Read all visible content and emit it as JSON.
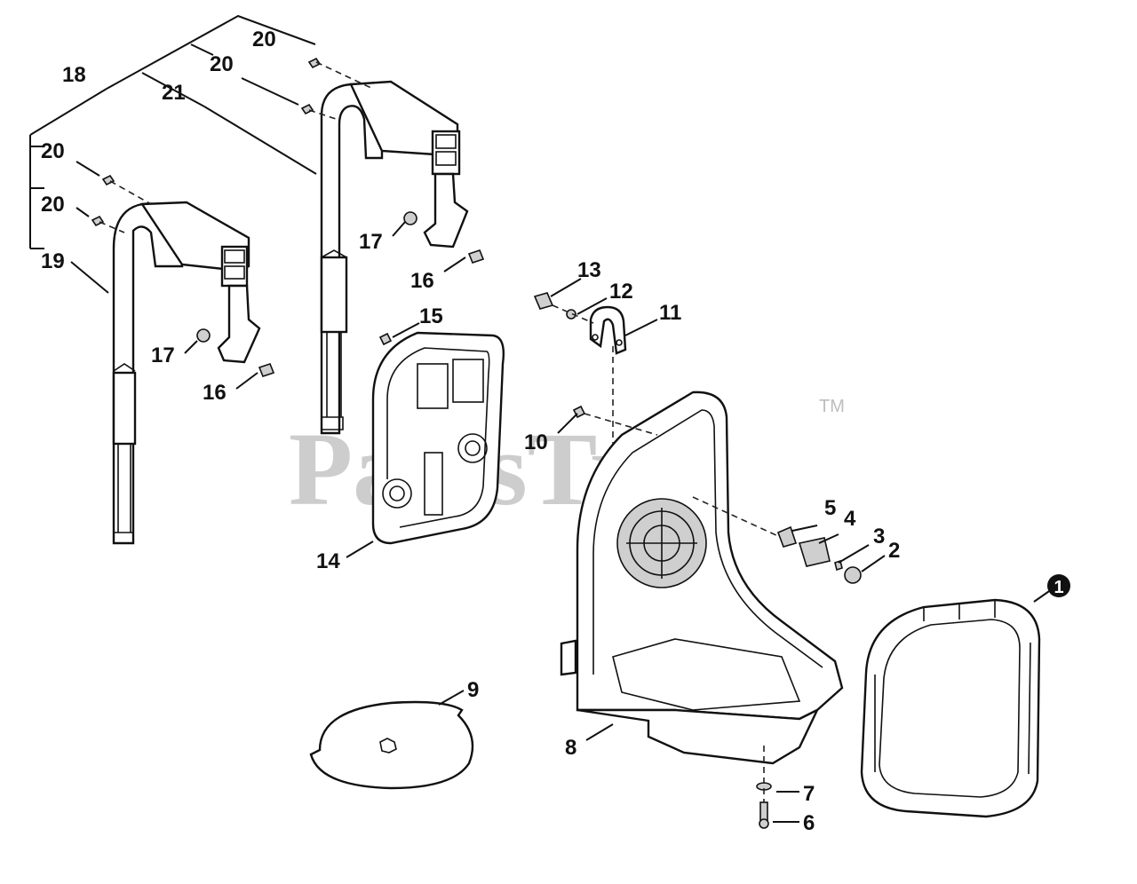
{
  "watermark": {
    "text": "PartsTree",
    "trademark": "TM"
  },
  "callouts": {
    "c1": "1",
    "c2": "2",
    "c3": "3",
    "c4": "4",
    "c5": "5",
    "c6": "6",
    "c7": "7",
    "c8": "8",
    "c9": "9",
    "c10": "10",
    "c11": "11",
    "c12": "12",
    "c13": "13",
    "c14": "14",
    "c15": "15",
    "c16a": "16",
    "c16b": "16",
    "c17a": "17",
    "c17b": "17",
    "c18": "18",
    "c19": "19",
    "c20a": "20",
    "c20b": "20",
    "c20c": "20",
    "c20d": "20",
    "c21": "21"
  },
  "colors": {
    "ink": "#111111",
    "watermark": "#bdbdbd",
    "background": "#ffffff"
  }
}
